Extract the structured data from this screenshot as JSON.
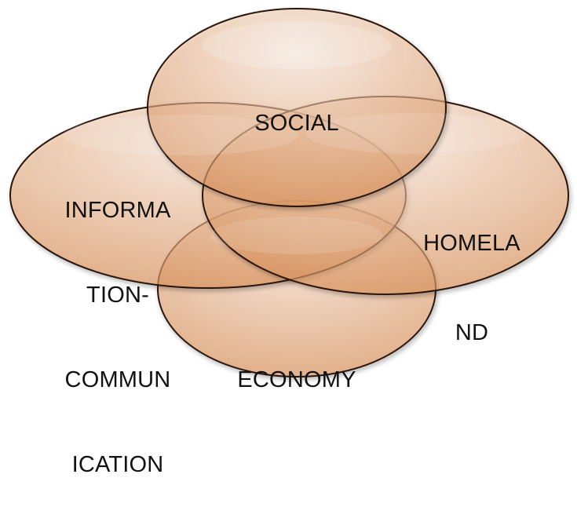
{
  "diagram": {
    "type": "venn-four-ellipses",
    "fill_color": "#f2b98e",
    "highlight_color": "#fdebdc",
    "stroke_color": "#2a1608",
    "label_color": "#111111",
    "nodes": {
      "social": {
        "lines": [
          "SOCIAL"
        ]
      },
      "info": {
        "lines": [
          "INFORMA",
          "TION-",
          "COMMUN",
          "ICATION"
        ]
      },
      "homeland": {
        "lines": [
          "HOMELA",
          "ND"
        ]
      },
      "economy": {
        "lines": [
          "ECONOMY"
        ]
      }
    }
  }
}
